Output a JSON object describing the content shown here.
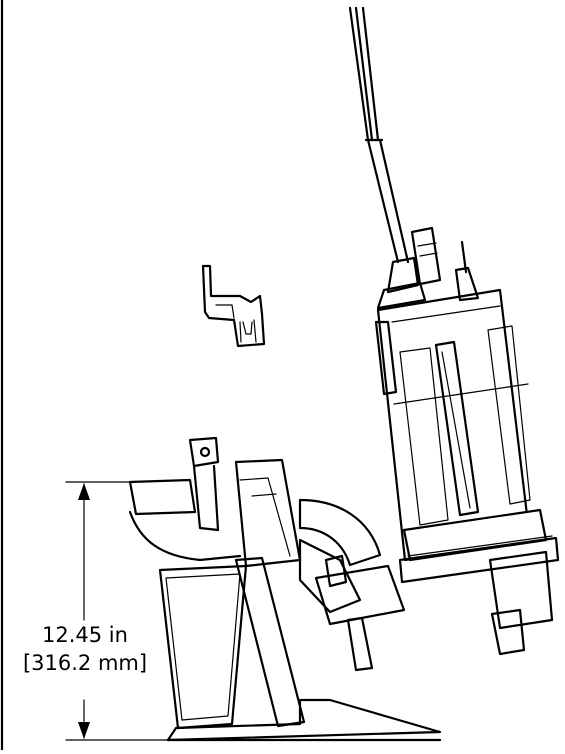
{
  "dimension": {
    "value_in": "12.45 in",
    "value_mm": "[316.2 mm]"
  },
  "colors": {
    "line": "#000000",
    "background": "#ffffff"
  },
  "parts": [
    "pump-motor-housing",
    "power-cable",
    "discharge-elbow",
    "basin-stand",
    "guide-rail-bracket"
  ]
}
